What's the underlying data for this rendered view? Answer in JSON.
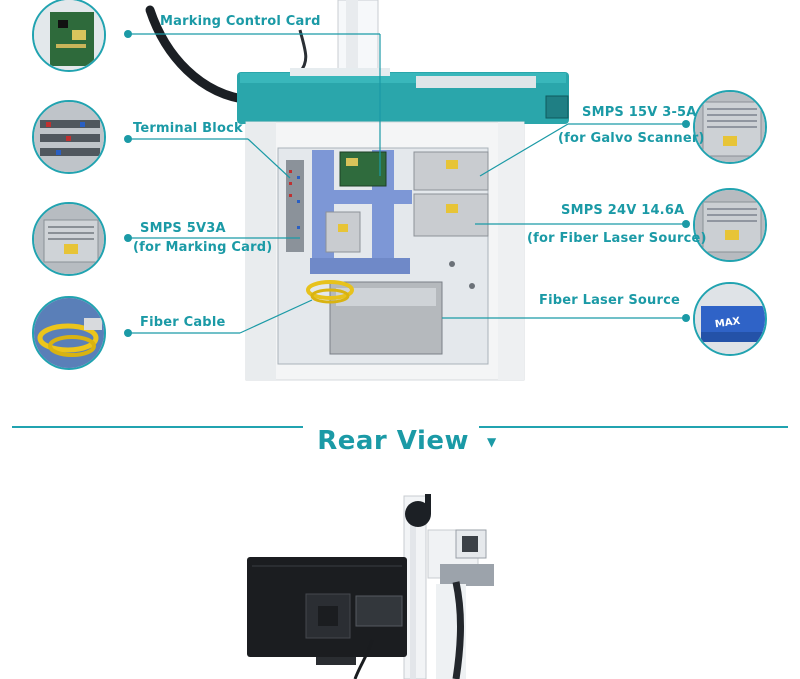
{
  "labels": {
    "marking_control_card": "Marking Control Card",
    "terminal_block": "Terminal Block",
    "smps_5v3a_line1": "SMPS 5V3A",
    "smps_5v3a_line2": "(for Marking Card)",
    "fiber_cable": "Fiber Cable",
    "smps_15v_line1": "SMPS 15V 3-5A",
    "smps_15v_line2": "(for Galvo Scanner)",
    "smps_24v_line1": "SMPS 24V 14.6A",
    "smps_24v_line2": "(for Fiber Laser Source)",
    "fiber_laser_source": "Fiber Laser Source"
  },
  "section": {
    "title": "Rear View",
    "arrow": "▼"
  },
  "brand_text": "MAX",
  "colors": {
    "accent": "#1b9aa6",
    "cabinet_top": "#2aa6ab",
    "cabinet_body": "#f4f5f6",
    "interior_blue": "#7d97d6",
    "smps_silver": "#c9ccd0"
  }
}
